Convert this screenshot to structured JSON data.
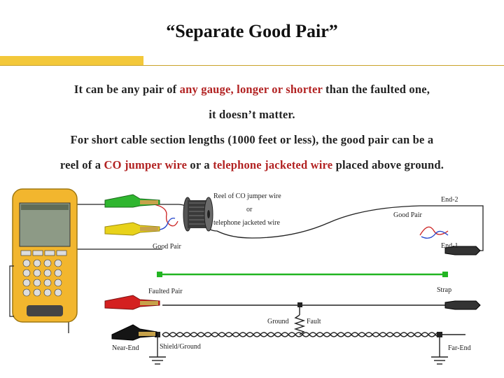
{
  "slide": {
    "title": "“Separate Good Pair”",
    "paragraph": [
      {
        "text": "It can be any pair of ",
        "accent": false
      },
      {
        "text": "any gauge, longer or shorter",
        "accent": true
      },
      {
        "text": " than the faulted one,",
        "accent": false
      }
    ],
    "line2": "it doesn’t matter.",
    "line3": "For short cable section lengths (1000 feet or less), the good pair can be a",
    "line4": [
      {
        "text": "reel of a ",
        "accent": false
      },
      {
        "text": "CO jumper wire",
        "accent": true
      },
      {
        "text": " or a ",
        "accent": false
      },
      {
        "text": "telephone jacketed wire",
        "accent": true
      },
      {
        "text": " placed above ground.",
        "accent": false
      }
    ]
  },
  "diagram": {
    "labels": {
      "reel": "Reel of CO jumper wire",
      "or": "or",
      "jacketed": "telephone jacketed wire",
      "end2": "End-2",
      "good_pair_right": "Good Pair",
      "end1": "End-1",
      "good_pair_left": "Good Pair",
      "strap": "Strap",
      "faulted_pair": "Faulted Pair",
      "ground": "Ground",
      "fault": "Fault",
      "near_end": "Near-End",
      "shield_ground": "Shield/Ground",
      "far_end": "Far-End"
    },
    "colors": {
      "accent": "#b22222",
      "tester_body": "#f2b62e",
      "green_clip": "#2fb62f",
      "yellow_clip": "#e8d21a",
      "red_clip": "#d42020",
      "strap": "#22b522"
    }
  }
}
